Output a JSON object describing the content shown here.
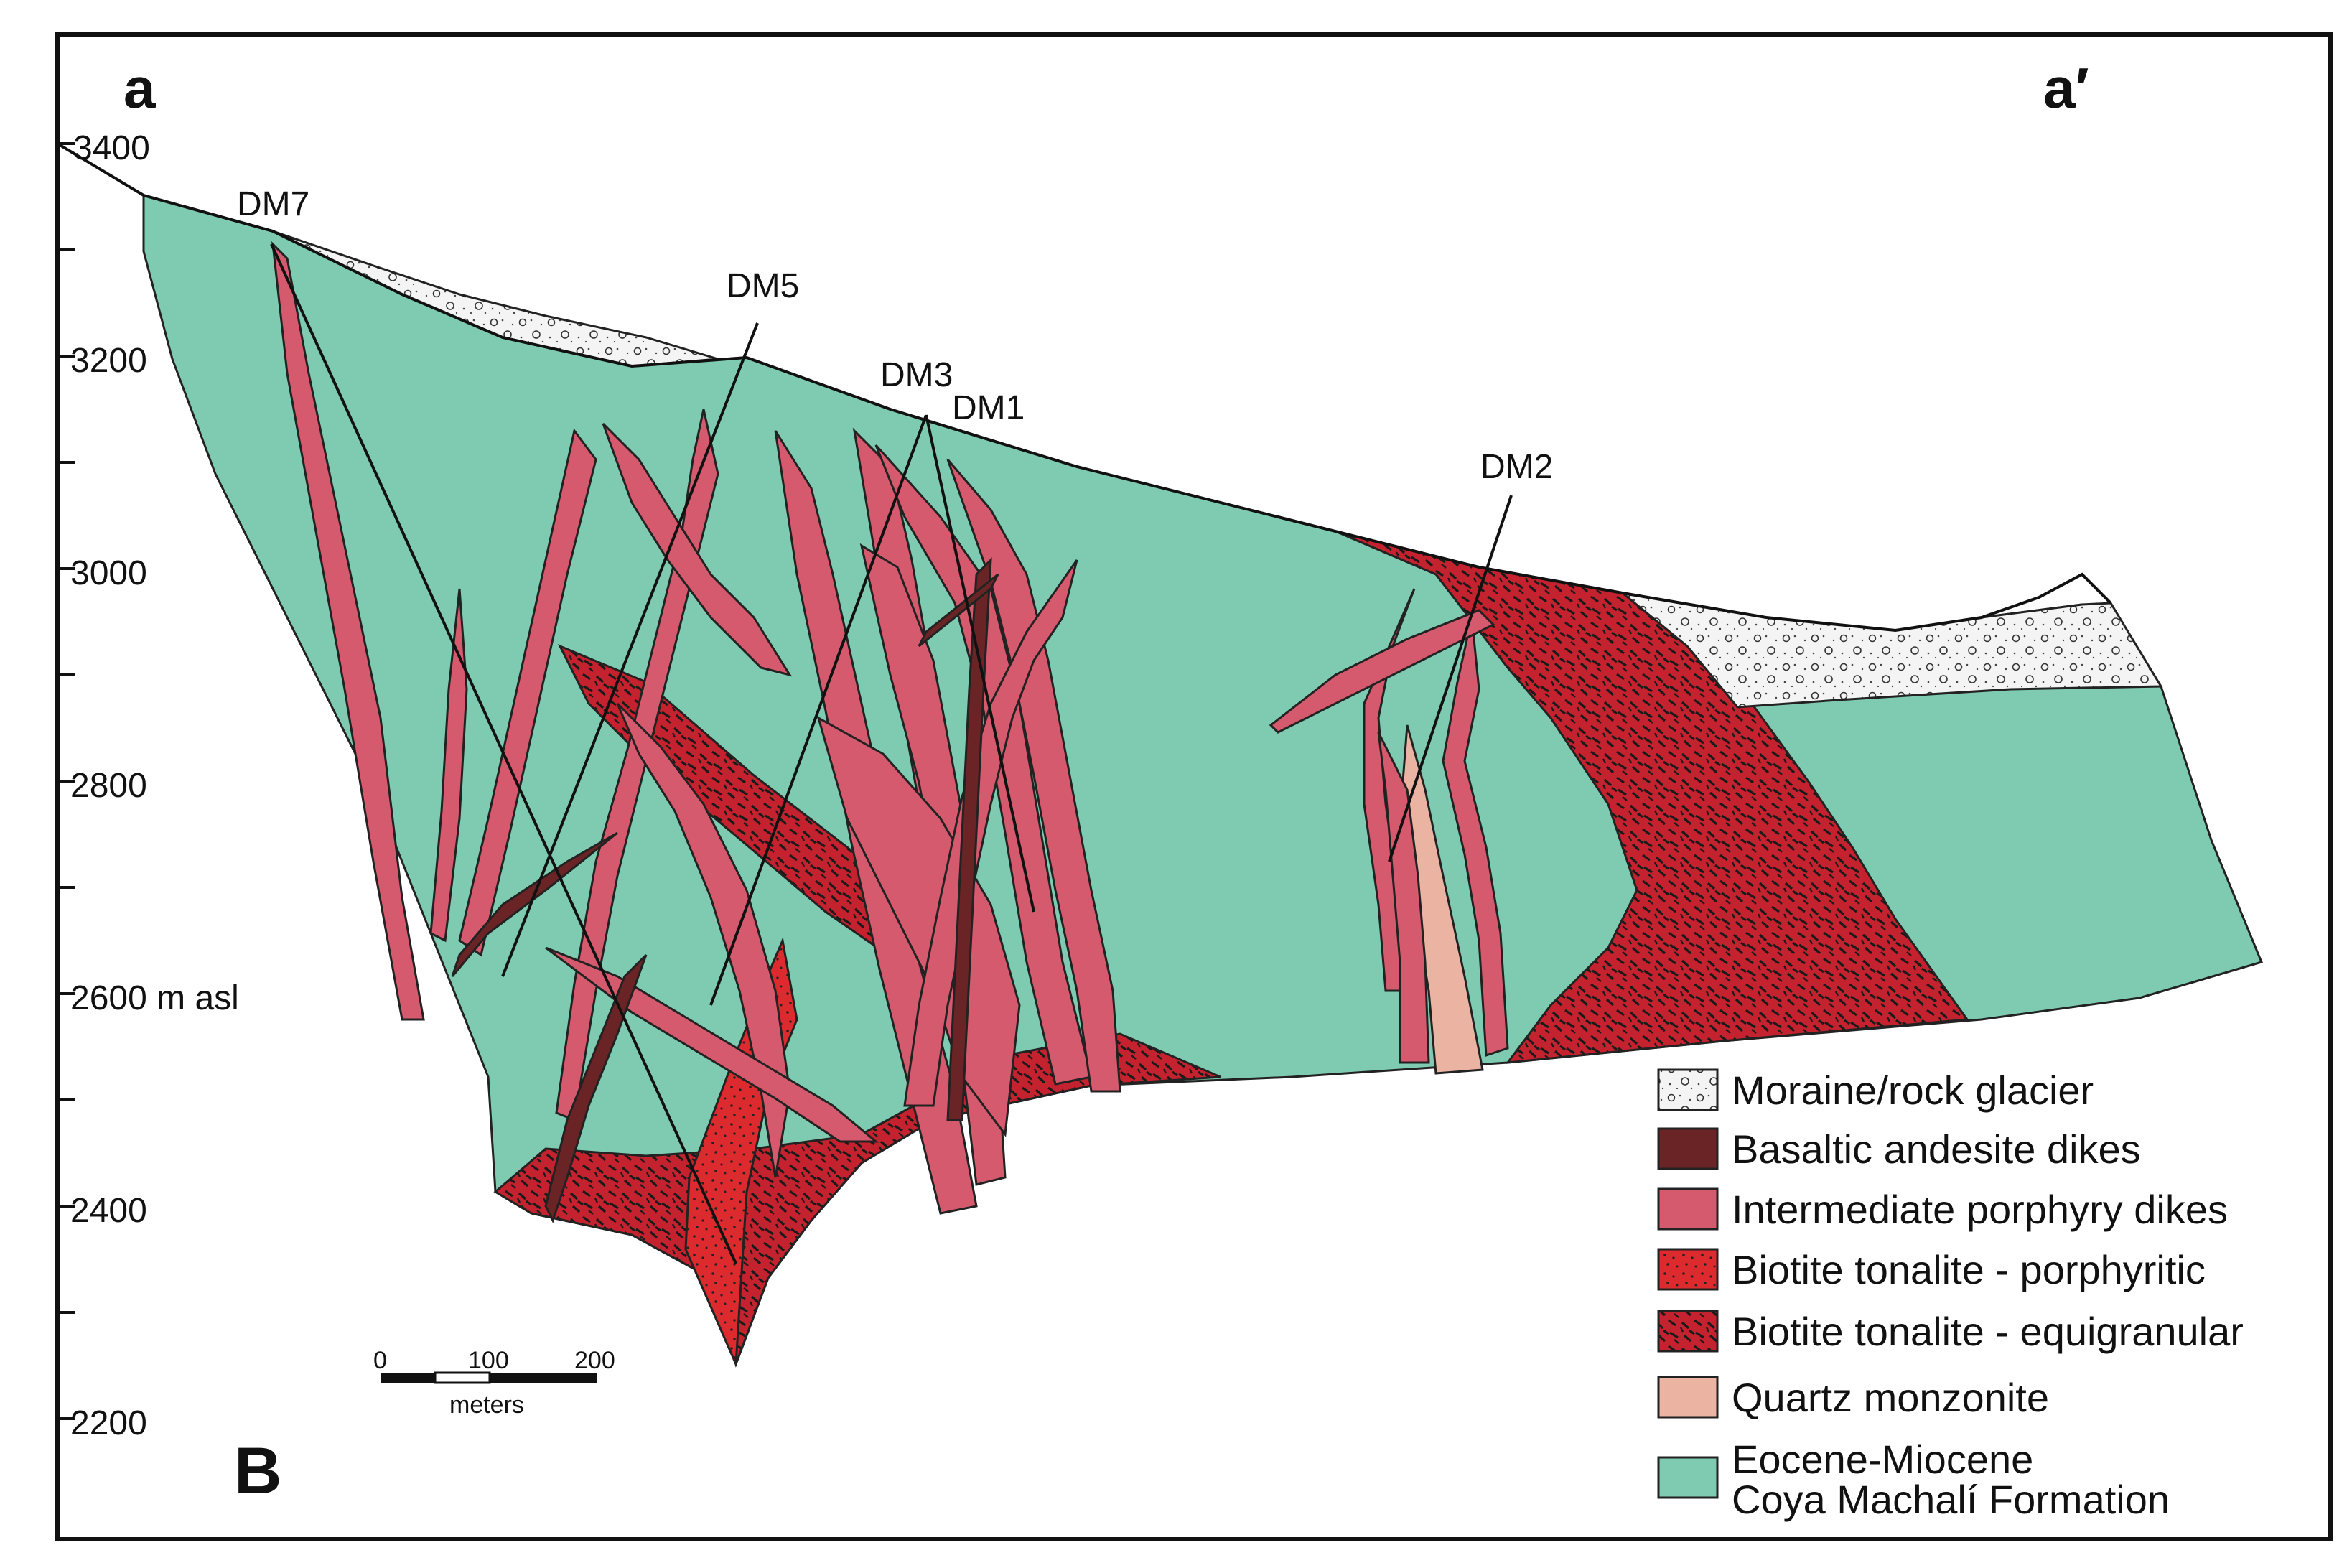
{
  "figure": {
    "panel_label": "B",
    "section_start_label": "a",
    "section_end_label": "a′",
    "elevation_axis": {
      "tick_labels": [
        "3400",
        "3200",
        "3000",
        "2800",
        "2600 m asl",
        "2400",
        "2200"
      ],
      "ticks": [
        3400,
        3300,
        3200,
        3100,
        3000,
        2900,
        2800,
        2700,
        2600,
        2500,
        2400,
        2300,
        2200
      ]
    },
    "drill_holes": [
      "DM7",
      "DM5",
      "DM3",
      "DM1",
      "DM2"
    ],
    "scale_bar": {
      "labels": [
        "0",
        "100",
        "200"
      ],
      "unit": "meters"
    },
    "legend": [
      {
        "label": "Moraine/rock glacier",
        "pattern": "moraine",
        "color": "#f2f2f2"
      },
      {
        "label": "Basaltic andesite dikes",
        "pattern": "solid",
        "color": "#6b2426"
      },
      {
        "label": "Intermediate porphyry dikes",
        "pattern": "solid",
        "color": "#d65a6e"
      },
      {
        "label": "Biotite tonalite - porphyritic",
        "pattern": "dots",
        "color": "#d8262c"
      },
      {
        "label": "Biotite tonalite - equigranular",
        "pattern": "dashes",
        "color": "#b81f2b"
      },
      {
        "label": "Quartz monzonite",
        "pattern": "solid",
        "color": "#eab3a2"
      },
      {
        "label": "Eocene-Miocene",
        "label2": "Coya Machalí Formation",
        "pattern": "solid",
        "color": "#7ecbb1"
      }
    ]
  }
}
